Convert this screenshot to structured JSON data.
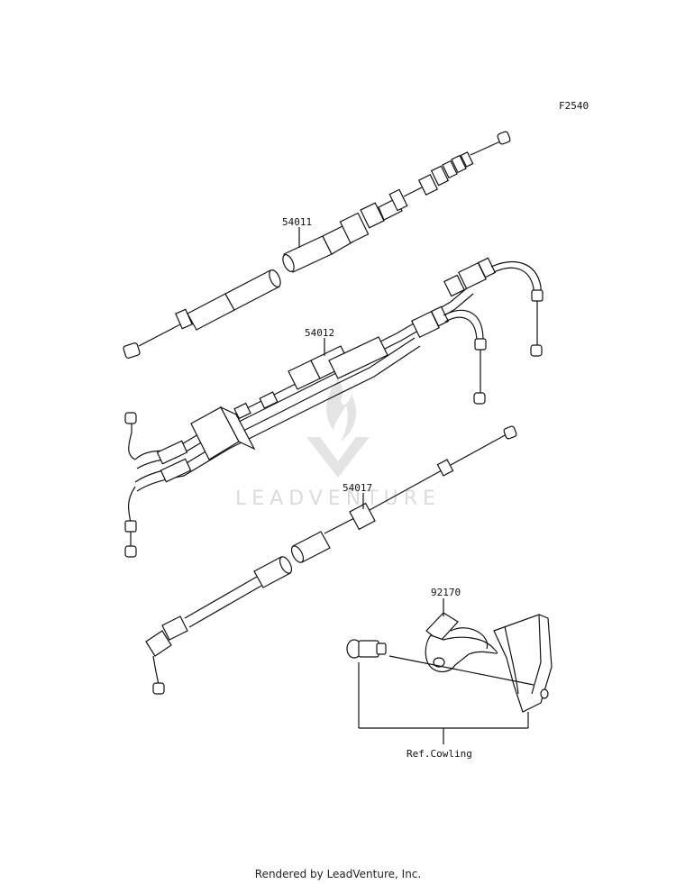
{
  "figure_code": "F2540",
  "parts": [
    {
      "number": "54011"
    },
    {
      "number": "54012"
    },
    {
      "number": "54017"
    },
    {
      "number": "92170"
    }
  ],
  "reference": "Ref.Cowling",
  "watermark": "LEADVENTURE",
  "footer": "Rendered by LeadVenture, Inc."
}
